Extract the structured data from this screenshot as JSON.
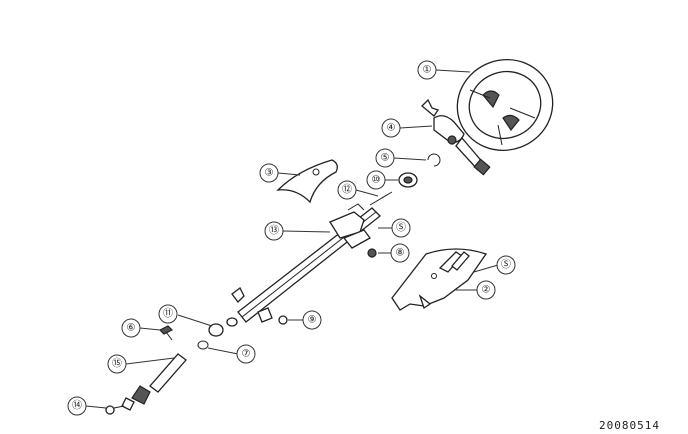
{
  "callouts": [
    {
      "id": "c1",
      "label": "①"
    },
    {
      "id": "c2",
      "label": "②"
    },
    {
      "id": "c3",
      "label": "③"
    },
    {
      "id": "c4",
      "label": "④"
    },
    {
      "id": "c5",
      "label": "⑤"
    },
    {
      "id": "c6",
      "label": "⑥"
    },
    {
      "id": "c7",
      "label": "⑦"
    },
    {
      "id": "c8",
      "label": "⑧"
    },
    {
      "id": "c9",
      "label": "⑨"
    },
    {
      "id": "c10",
      "label": "⑩"
    },
    {
      "id": "c11",
      "label": "⑪"
    },
    {
      "id": "c12",
      "label": "⑫"
    },
    {
      "id": "c13",
      "label": "⑬"
    },
    {
      "id": "c14",
      "label": "⑭"
    },
    {
      "id": "c15",
      "label": "⑮"
    },
    {
      "id": "cS1",
      "label": "Ⓢ"
    },
    {
      "id": "cS2",
      "label": "Ⓢ"
    }
  ],
  "drawing_code": "20080514"
}
